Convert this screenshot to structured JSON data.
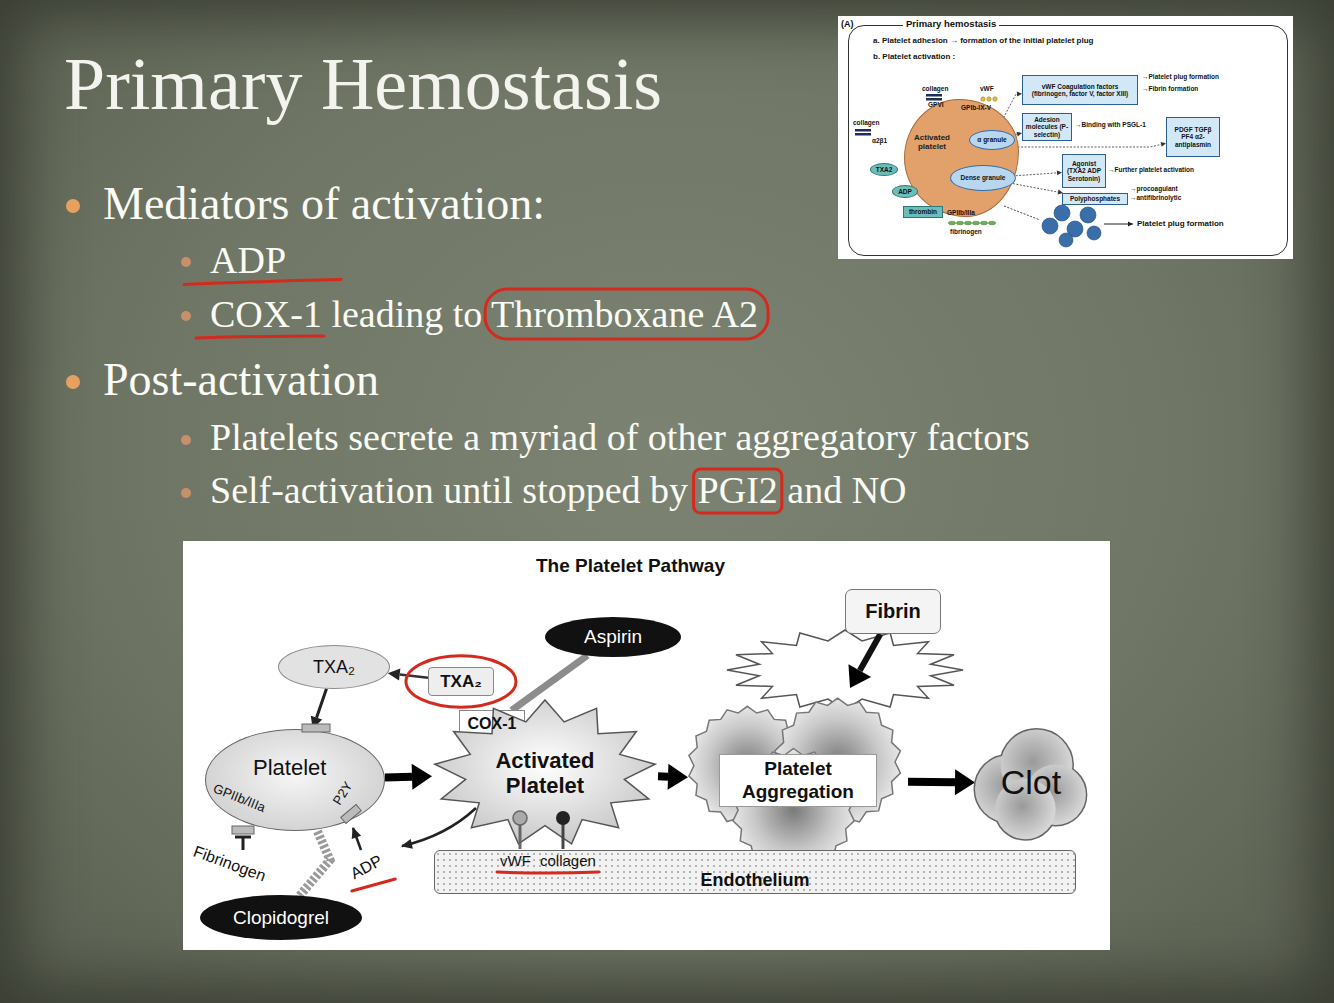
{
  "diagram": {
    "title": "Primary Hemostasis",
    "nodes": [
      {
        "text": [
          "Primary hemostasis",
          "a. Platelet adhesion → formation of the initial platelet plug",
          "b. Platelet activation :"
        ]
      },
      {
        "text": [
          "Activated platelet"
        ],
        "in": 0
      },
      {
        "text": [
          "α granule"
        ],
        "in": 1
      },
      {
        "text": [
          "Dense granule"
        ],
        "in": 1
      },
      {
        "text": [
          "vWF Coagulation factors (fibrinogen, factor V, factor XIII)"
        ],
        "in": 0
      },
      {
        "text": [
          "Adesion molecules (P-selectin)"
        ],
        "in": 0
      },
      {
        "text": [
          "PDGF TGFβ PF4 α2-antiplasmin"
        ],
        "in": 0
      },
      {
        "text": [
          "Agonist (TXA2 ADP Serotonin)"
        ],
        "in": 0
      },
      {
        "text": [
          "Polyphosphates"
        ],
        "in": 0
      },
      {
        "text": [
          "TXA2"
        ],
        "in": 0
      },
      {
        "text": [
          "ADP"
        ],
        "in": 0
      },
      {
        "text": [
          "thrombin"
        ],
        "in": 0
      },
      {
        "text": [
          "The Platelet Pathway"
        ]
      },
      {
        "text": [
          "TXA₂"
        ],
        "in": 12
      },
      {
        "text": [
          "Aspirin"
        ],
        "in": 12
      },
      {
        "text": [
          "TXA₂"
        ],
        "in": 12
      },
      {
        "text": [
          "COX-1"
        ],
        "in": 12
      },
      {
        "text": [
          "Fibrin"
        ],
        "in": 12
      },
      {
        "text": [
          "Platelet"
        ],
        "in": 12
      },
      {
        "text": [
          "Activated Platelet"
        ],
        "in": 12
      },
      {
        "text": [
          "Platelet Aggregation"
        ],
        "in": 12
      },
      {
        "text": [
          "Clot"
        ],
        "in": 12
      },
      {
        "text": [
          "Clopidogrel"
        ],
        "in": 12
      },
      {
        "text": [
          "Endothelium"
        ],
        "in": 12
      }
    ],
    "edges": [
      {
        "from": 2,
        "to": 4,
        "arrow": "to"
      },
      {
        "from": 2,
        "to": 5,
        "arrow": "to"
      },
      {
        "from": 2,
        "to": 6,
        "arrow": "to"
      },
      {
        "from": 3,
        "to": 7,
        "arrow": "to"
      },
      {
        "from": 3,
        "to": 8,
        "arrow": "to"
      },
      {
        "from": 15,
        "to": 13,
        "arrow": "to"
      },
      {
        "from": 13,
        "to": 18,
        "arrow": "to"
      },
      {
        "from": 14,
        "to": 16,
        "arrow": "none"
      },
      {
        "from": 18,
        "to": 19,
        "arrow": "to"
      },
      {
        "from": 19,
        "to": 20,
        "arrow": "to"
      },
      {
        "from": 17,
        "to": 20,
        "arrow": "to"
      },
      {
        "from": 20,
        "to": 21,
        "arrow": "to"
      },
      {
        "from": 22,
        "to": 18,
        "arrow": "none"
      }
    ],
    "labels": [
      "Mediators of activation:",
      "ADP",
      "COX-1 leading to Thromboxane A2",
      "Post-activation",
      "Platelets secrete a myriad of other aggregatory factors",
      "Self-activation until stopped by PGI2 and NO",
      "(A)",
      "collagen",
      "vWF",
      "GPVI",
      "GPIb-IX-V",
      "collagen",
      "α2β1",
      "→Platelet plug formation",
      "→Fibrin formation",
      "→Binding with PSGL-1",
      "→Further platelet activation",
      "→procoagulant",
      "→antifibrinolytic",
      "GPIIb/IIIa",
      "fibrinogen",
      "Platelet plug formation",
      "GPIIb/IIIa",
      "P2Y",
      "Fibrinogen",
      "ADP",
      "vWF",
      "collagen"
    ]
  }
}
